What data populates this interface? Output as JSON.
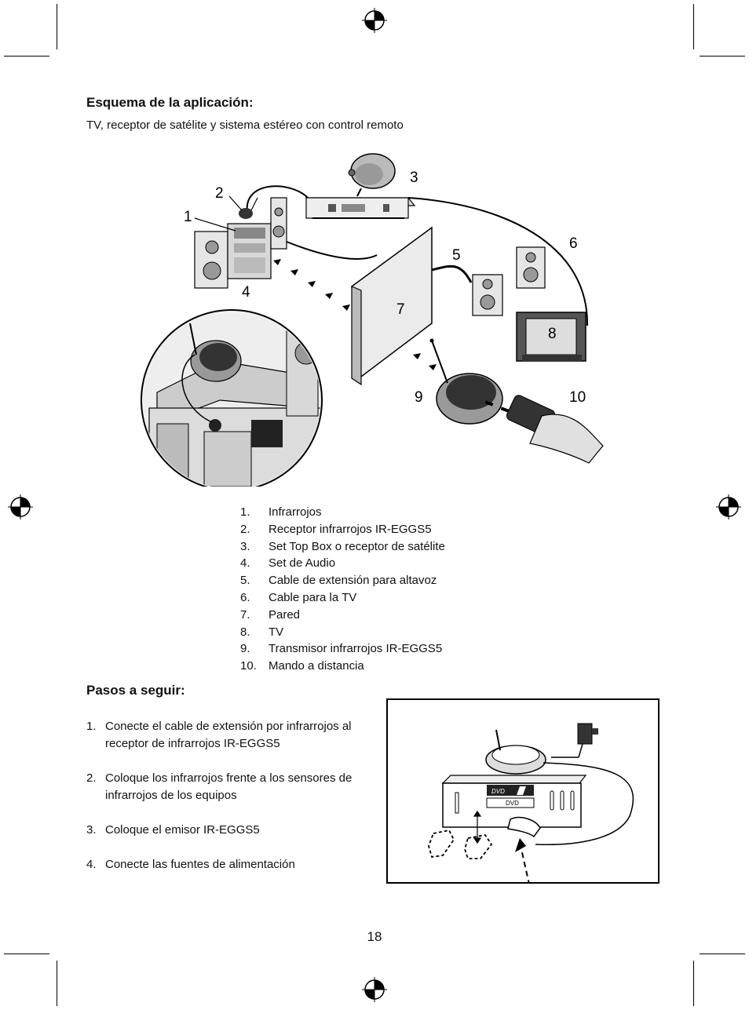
{
  "section1": {
    "title": "Esquema de la aplicación:",
    "subtitle": "TV, receptor de satélite y sistema estéreo con control remoto"
  },
  "diagram": {
    "callouts": [
      "1",
      "2",
      "3",
      "4",
      "5",
      "6",
      "7",
      "8",
      "9",
      "10"
    ],
    "small_labels": {
      "dvd_logo": "DVD",
      "dvd_label": "DVD"
    }
  },
  "legend": {
    "items": [
      {
        "num": "1.",
        "label": "Infrarrojos"
      },
      {
        "num": "2.",
        "label": "Receptor infrarrojos IR-EGGS5"
      },
      {
        "num": "3.",
        "label": "Set Top Box o receptor de satélite"
      },
      {
        "num": "4.",
        "label": "Set de Audio"
      },
      {
        "num": "5.",
        "label": "Cable de extensión para altavoz"
      },
      {
        "num": "6.",
        "label": "Cable para la TV"
      },
      {
        "num": "7.",
        "label": "Pared"
      },
      {
        "num": "8.",
        "label": "TV"
      },
      {
        "num": "9.",
        "label": "Transmisor infrarrojos IR-EGGS5"
      },
      {
        "num": "10.",
        "label": "Mando a distancia"
      }
    ]
  },
  "section2": {
    "title": "Pasos a seguir:",
    "steps": [
      {
        "num": "1.",
        "text": "Conecte el cable de extensión por infrarrojos al receptor de infrarrojos IR-EGGS5"
      },
      {
        "num": "2.",
        "text": "Coloque los infrarrojos frente a los sensores de infrarrojos de los equipos"
      },
      {
        "num": "3.",
        "text": "Coloque el emisor IR-EGGS5"
      },
      {
        "num": "4.",
        "text": "Conecte las fuentes de alimentación"
      }
    ]
  },
  "footer": {
    "page_number": "18"
  }
}
